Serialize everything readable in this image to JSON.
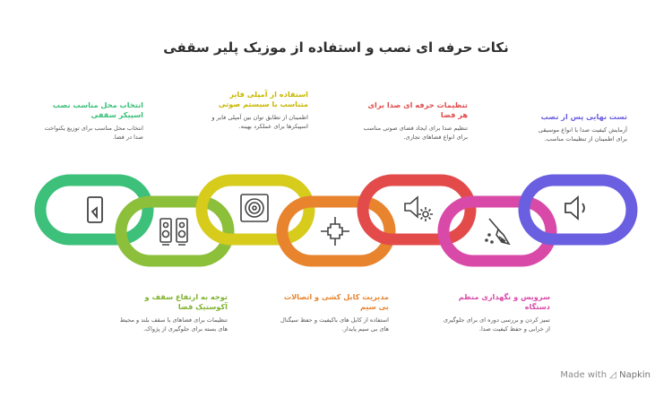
{
  "title": "نکات حرفه ای نصب و استفاده از موزیک پلیر سقفی",
  "steps": [
    {
      "heading": "انتخاب محل مناسب نصب اسپیکر سقفی",
      "desc": "انتخاب محل مناسب برای توزیع یکنواخت صدا در فضا.",
      "color": "#3cc07a",
      "icon": "speaker-icon"
    },
    {
      "heading": "توجه به ارتفاع سقف و آکوستیک فضا",
      "desc": "تنظیمات برای فضاهای با سقف بلند و محیط های بسته برای جلوگیری از پژواک.",
      "color": "#8cbf3a",
      "icon": "speakers-pair-icon"
    },
    {
      "heading": "استفاده از آمپلی فایر متناسب با سیستم صوتی",
      "desc": "اطمینان از تطابق توان بین آمپلی فایر و اسپیکرها برای عملکرد بهینه.",
      "color": "#d7cb1c",
      "icon": "subwoofer-icon"
    },
    {
      "heading": "مدیریت کابل کشی و اتصالات بی سیم",
      "desc": "استفاده از کابل های باکیفیت و حفظ سیگنال های بی سیم پایدار.",
      "color": "#e8842e",
      "icon": "cable-connection-icon"
    },
    {
      "heading": "تنظیمات حرفه ای صدا برای هر فضا",
      "desc": "تنظیم صدا برای ایجاد فضای صوتی مناسب برای انواع فضاهای تجاری.",
      "color": "#e34b4b",
      "icon": "volume-settings-icon"
    },
    {
      "heading": "سرویس و نگهداری منظم دستگاه",
      "desc": "تمیز کردن و بررسی دوره ای برای جلوگیری از خرابی و حفظ کیفیت صدا.",
      "color": "#d94aa8",
      "icon": "broom-icon"
    },
    {
      "heading": "تست نهایی پس از نصب",
      "desc": "آزمایش کیفیت صدا با انواع موسیقی برای اطمینان از تنظیمات مناسب.",
      "color": "#6a5fe0",
      "icon": "volume-low-icon"
    }
  ],
  "watermark": {
    "prefix": "Made with",
    "brand": "Napkin"
  }
}
